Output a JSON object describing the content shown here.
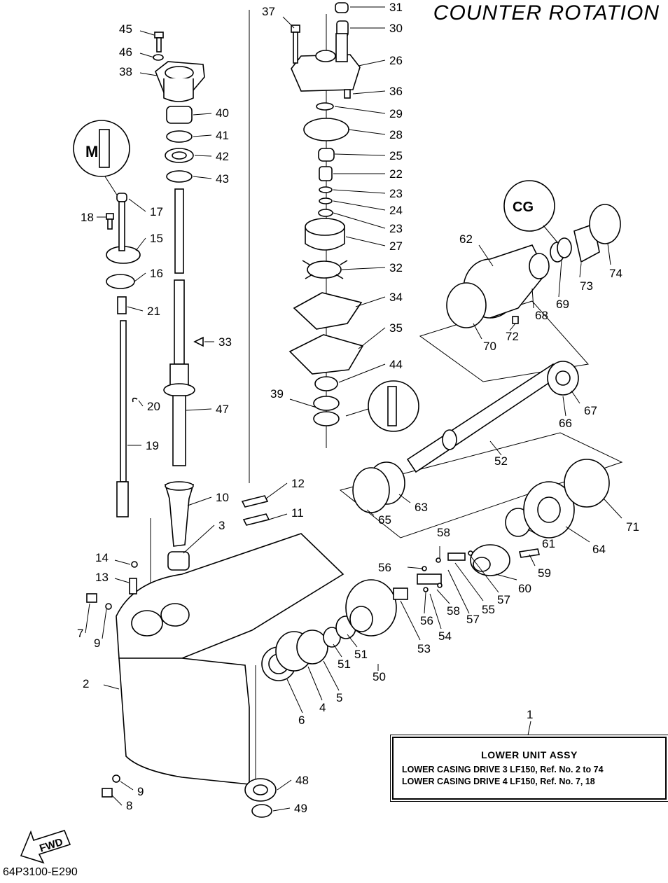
{
  "title": "COUNTER ROTATION",
  "diagram_code": "64P3100-E290",
  "fwd_label": "FWD",
  "info_box": {
    "ref_number": "1",
    "heading": "LOWER UNIT ASSY",
    "line1": "LOWER CASING DRIVE 3 LF150,  Ref. No. 2 to 74",
    "line2": "LOWER CASING DRIVE 4 LF150,  Ref. No. 7, 18"
  },
  "callouts": [
    {
      "n": "31"
    },
    {
      "n": "30"
    },
    {
      "n": "26"
    },
    {
      "n": "36"
    },
    {
      "n": "29"
    },
    {
      "n": "28"
    },
    {
      "n": "25"
    },
    {
      "n": "22"
    },
    {
      "n": "23"
    },
    {
      "n": "24"
    },
    {
      "n": "23"
    },
    {
      "n": "27"
    },
    {
      "n": "32"
    },
    {
      "n": "34"
    },
    {
      "n": "35"
    },
    {
      "n": "44"
    },
    {
      "n": "39"
    },
    {
      "n": "37"
    },
    {
      "n": "45"
    },
    {
      "n": "46"
    },
    {
      "n": "38"
    },
    {
      "n": "40"
    },
    {
      "n": "41"
    },
    {
      "n": "42"
    },
    {
      "n": "43"
    },
    {
      "n": "17"
    },
    {
      "n": "18"
    },
    {
      "n": "15"
    },
    {
      "n": "16"
    },
    {
      "n": "21"
    },
    {
      "n": "33"
    },
    {
      "n": "20"
    },
    {
      "n": "47"
    },
    {
      "n": "19"
    },
    {
      "n": "12"
    },
    {
      "n": "10"
    },
    {
      "n": "11"
    },
    {
      "n": "3"
    },
    {
      "n": "14"
    },
    {
      "n": "13"
    },
    {
      "n": "7"
    },
    {
      "n": "9"
    },
    {
      "n": "2"
    },
    {
      "n": "6"
    },
    {
      "n": "4"
    },
    {
      "n": "5"
    },
    {
      "n": "51"
    },
    {
      "n": "51"
    },
    {
      "n": "50"
    },
    {
      "n": "53"
    },
    {
      "n": "56"
    },
    {
      "n": "58"
    },
    {
      "n": "54"
    },
    {
      "n": "56"
    },
    {
      "n": "58"
    },
    {
      "n": "57"
    },
    {
      "n": "55"
    },
    {
      "n": "57"
    },
    {
      "n": "60"
    },
    {
      "n": "59"
    },
    {
      "n": "61"
    },
    {
      "n": "64"
    },
    {
      "n": "71"
    },
    {
      "n": "63"
    },
    {
      "n": "65"
    },
    {
      "n": "52"
    },
    {
      "n": "66"
    },
    {
      "n": "67"
    },
    {
      "n": "62"
    },
    {
      "n": "68"
    },
    {
      "n": "69"
    },
    {
      "n": "73"
    },
    {
      "n": "74"
    },
    {
      "n": "70"
    },
    {
      "n": "72"
    },
    {
      "n": "48"
    },
    {
      "n": "49"
    },
    {
      "n": "9"
    },
    {
      "n": "8"
    }
  ]
}
